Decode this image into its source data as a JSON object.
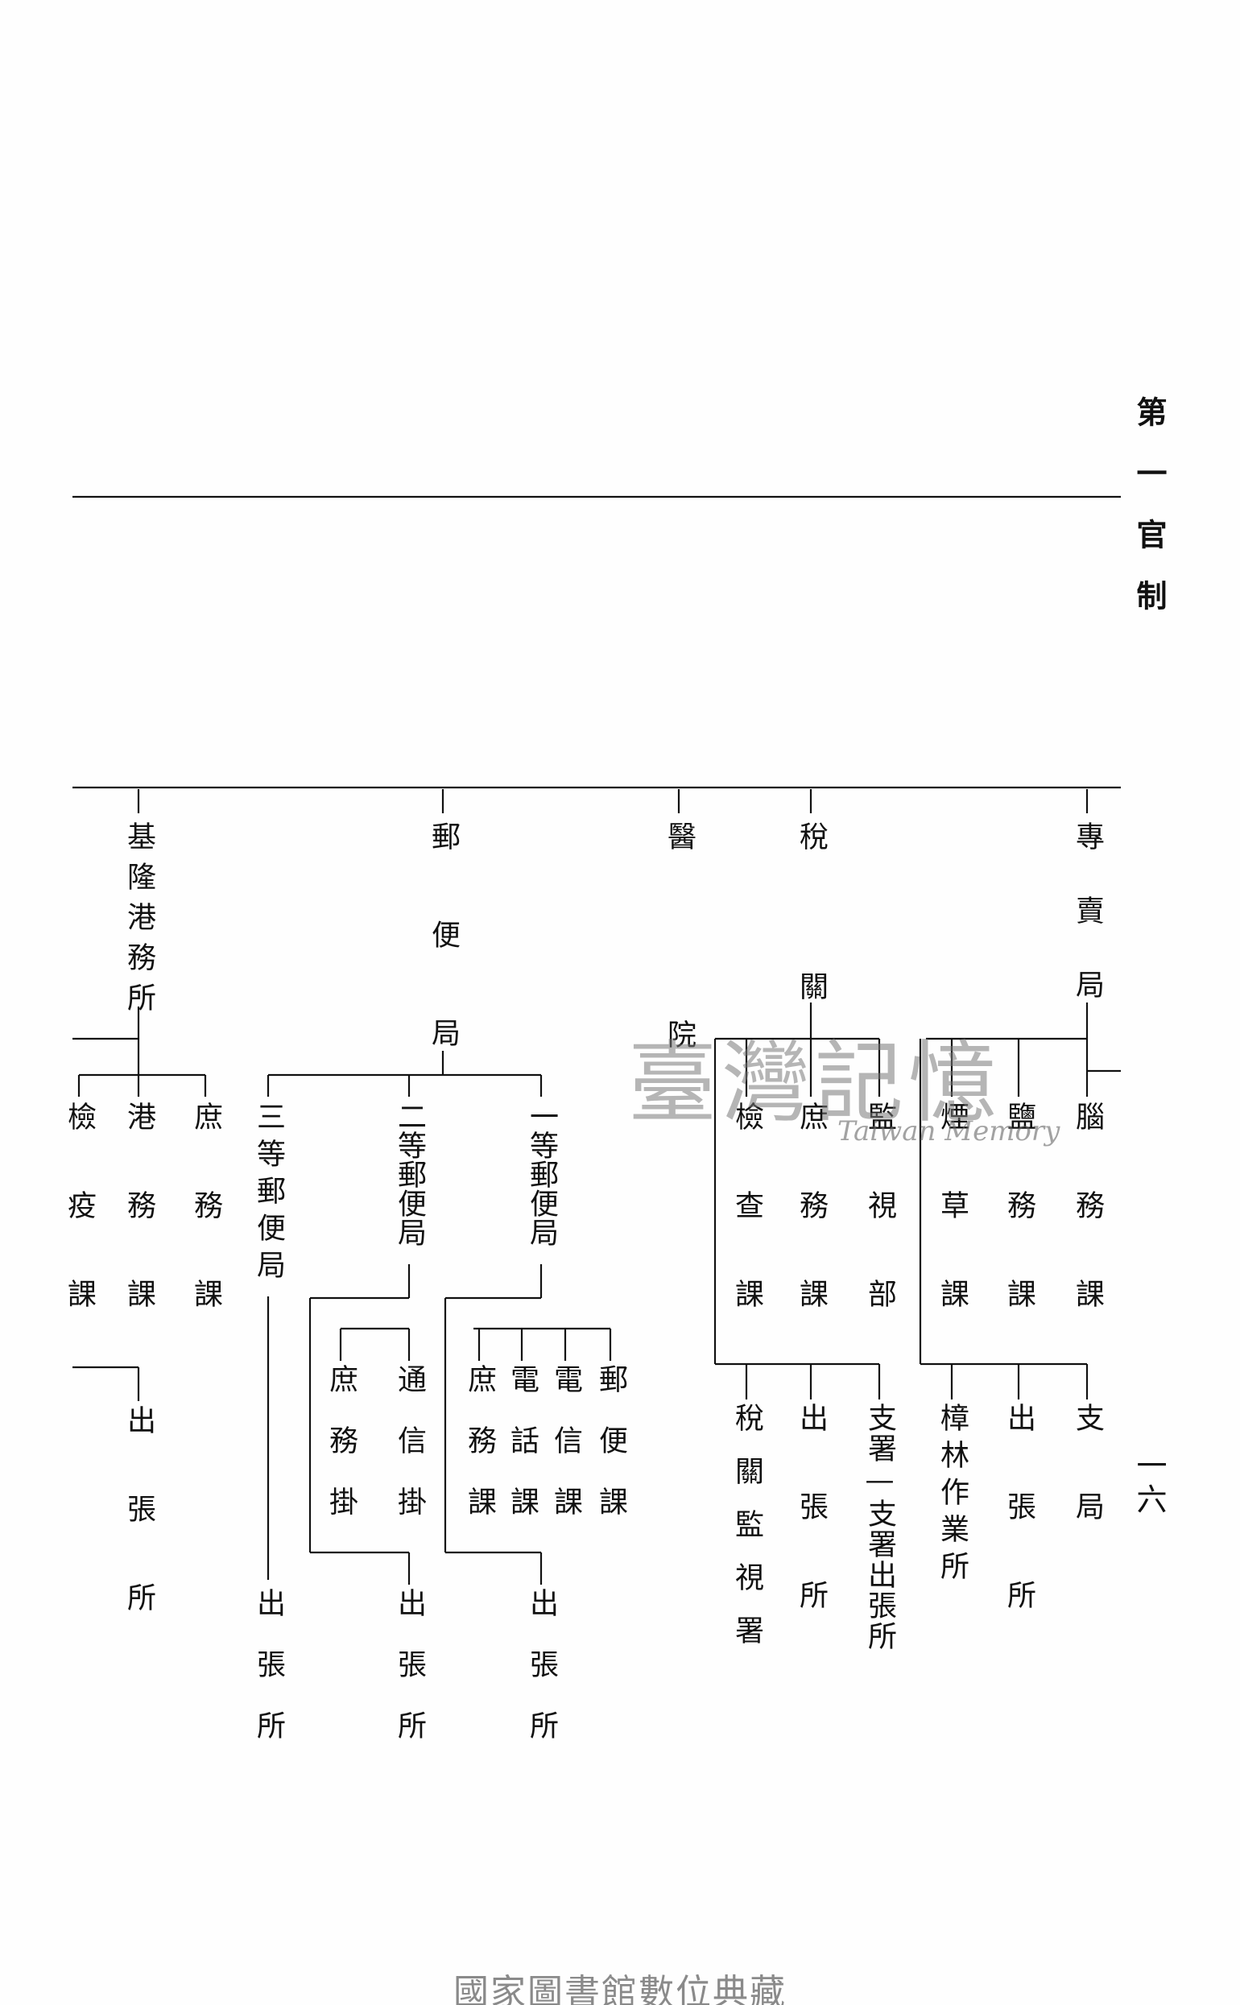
{
  "header": {
    "running_head": "第一官制",
    "page_number": "一六"
  },
  "chart": {
    "sembai": {
      "head": "專賣局",
      "b1": "腦務課",
      "b2": "鹽務課",
      "b3": "煙草課",
      "sub1": "支局",
      "sub2": "出張所",
      "sub3": "樟林作業所"
    },
    "zeikan": {
      "head": "稅關",
      "b1": "監視部",
      "b2": "庶務課",
      "b3": "檢查課",
      "sub1": "支署—支署出張所",
      "sub2": "出張所",
      "sub3": "稅關監視署"
    },
    "iin": {
      "head": "醫院"
    },
    "yubin": {
      "head": "郵便局",
      "first": {
        "head": "一等郵便局",
        "b1": "郵便課",
        "b2": "電信課",
        "b3": "電話課",
        "b4": "庶務課",
        "sub": "出張所"
      },
      "second": {
        "head": "二等郵便局",
        "b1": "通信掛",
        "b2": "庶務掛",
        "sub": "出張所"
      },
      "third": {
        "head": "三等郵便局",
        "sub": "出張所"
      }
    },
    "kiirun": {
      "head": "基隆港務所",
      "b1": "庶務課",
      "b2": "港務課",
      "b3": "檢疫課",
      "sub": "出張所"
    }
  },
  "watermark": {
    "chinese": "臺灣記憶",
    "english": "Taiwan Memory"
  },
  "footer": {
    "text": "國家圖書館數位典藏"
  }
}
